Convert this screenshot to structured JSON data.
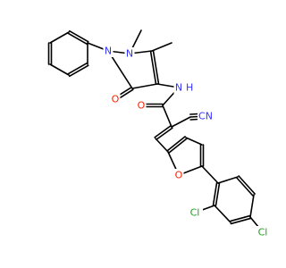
{
  "molecule": {
    "labels": {
      "methyl_n": "N",
      "methyl_n_suffix": "",
      "ring_n": "N",
      "carbonyl_o_ring": "O",
      "amide_nh": "N",
      "amide_h": "H",
      "amide_o": "O",
      "nitrile": "N",
      "nitrile_c": "C",
      "furan_o": "O",
      "cl_ortho": "Cl",
      "cl_para": "Cl"
    },
    "colors": {
      "bond": "#000000",
      "nitrogen": "#3333ff",
      "oxygen": "#ff2200",
      "chlorine": "#1fa01f",
      "carbon": "#000000"
    }
  }
}
